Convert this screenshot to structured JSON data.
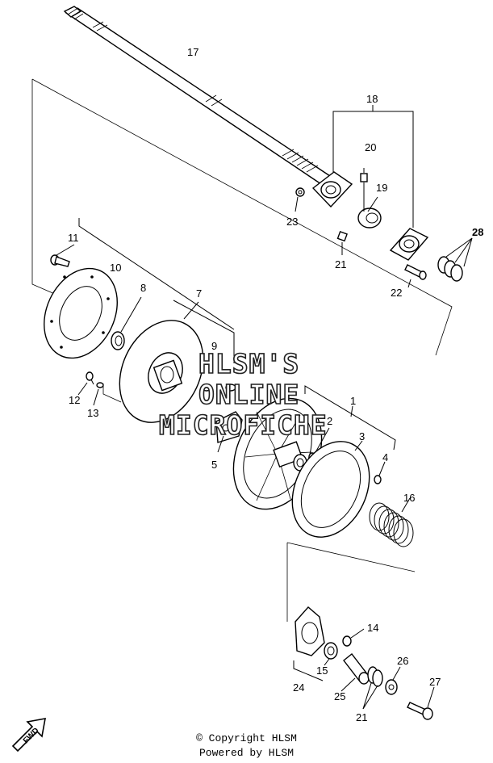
{
  "callouts": [
    {
      "id": "1",
      "label": "1"
    },
    {
      "id": "2",
      "label": "2"
    },
    {
      "id": "3",
      "label": "3"
    },
    {
      "id": "4",
      "label": "4"
    },
    {
      "id": "5",
      "label": "5"
    },
    {
      "id": "7",
      "label": "7"
    },
    {
      "id": "8",
      "label": "8"
    },
    {
      "id": "9",
      "label": "9"
    },
    {
      "id": "10",
      "label": "10"
    },
    {
      "id": "11",
      "label": "11"
    },
    {
      "id": "12",
      "label": "12"
    },
    {
      "id": "13",
      "label": "13"
    },
    {
      "id": "14",
      "label": "14"
    },
    {
      "id": "15",
      "label": "15"
    },
    {
      "id": "16",
      "label": "16"
    },
    {
      "id": "17",
      "label": "17"
    },
    {
      "id": "18",
      "label": "18"
    },
    {
      "id": "19",
      "label": "19"
    },
    {
      "id": "20",
      "label": "20"
    },
    {
      "id": "21a",
      "label": "21"
    },
    {
      "id": "21b",
      "label": "21"
    },
    {
      "id": "22",
      "label": "22"
    },
    {
      "id": "23",
      "label": "23"
    },
    {
      "id": "24",
      "label": "24"
    },
    {
      "id": "25",
      "label": "25"
    },
    {
      "id": "26",
      "label": "26"
    },
    {
      "id": "27",
      "label": "27"
    },
    {
      "id": "28",
      "label": "28"
    }
  ],
  "watermark": {
    "line1": "HLSM'S",
    "line2": "ONLINE",
    "line3": "MICROFICHE"
  },
  "footer": {
    "copyright": "© Copyright HLSM",
    "powered": "Powered by HLSM"
  },
  "fwd_label": "FWD"
}
